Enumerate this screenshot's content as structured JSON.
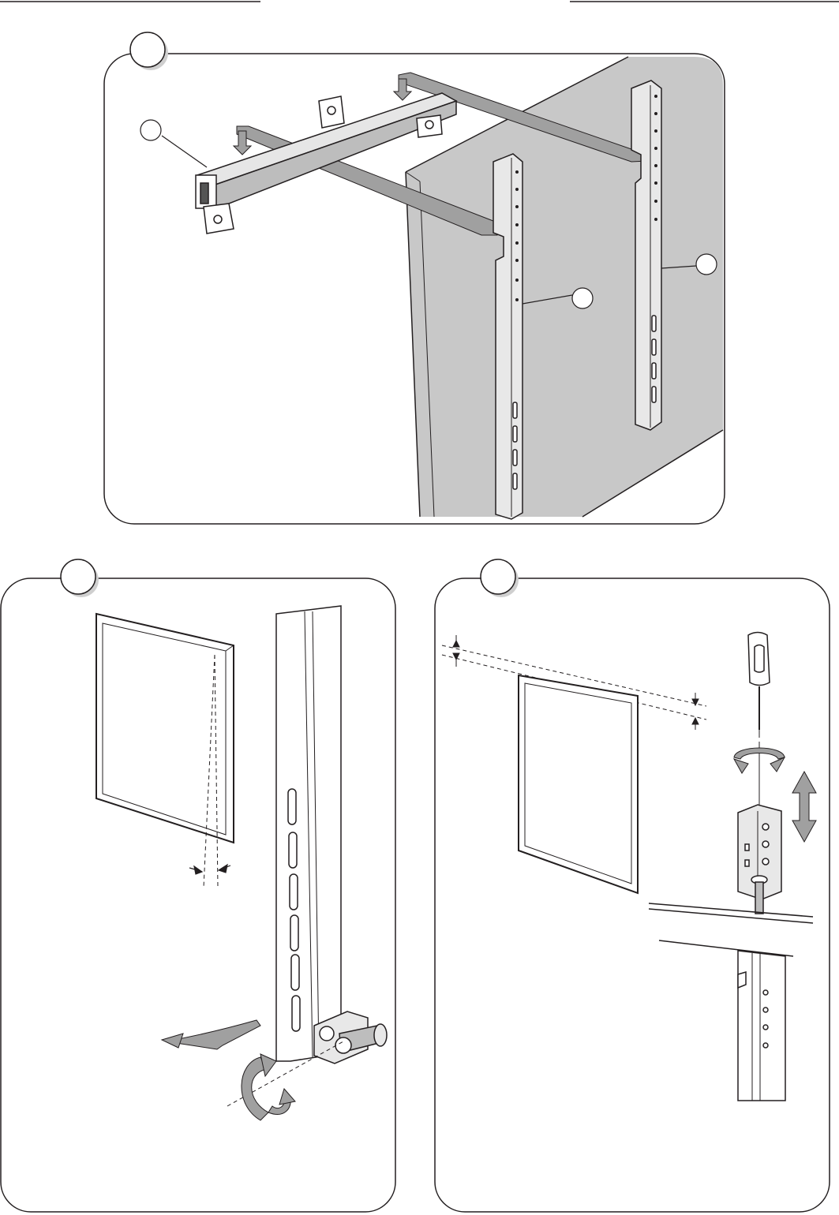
{
  "page": {
    "header_rules": [
      "left",
      "right"
    ]
  },
  "panels": [
    {
      "id": "panel-top",
      "step_badge": "",
      "scene": "tv-back-with-vertical-brackets-hooked-onto-wall-rail",
      "callouts": [
        "",
        "",
        ""
      ],
      "icons": [
        "down-arrow-icon",
        "down-arrow-icon"
      ]
    },
    {
      "id": "panel-bottom-left",
      "step_badge": "",
      "scene": "tilt-adjustment-of-screen",
      "icons": [
        "tilt-arrow-icon",
        "rotate-arrow-icon",
        "rotate-arrow-icon",
        "inward-arrows-icon"
      ]
    },
    {
      "id": "panel-bottom-right",
      "step_badge": "",
      "scene": "height-adjustment-with-screwdriver",
      "icons": [
        "screwdriver-icon",
        "rotate-arrow-icon",
        "rotate-arrow-icon",
        "up-down-arrow-icon"
      ]
    }
  ],
  "colors": {
    "line": "#231f20",
    "shade": "#c8c8c8",
    "arrow_fill": "#a0a0a0",
    "panel_border": "#231f20",
    "badge_fill": "#ffffff",
    "badge_shadow": "#cfcfcf"
  }
}
